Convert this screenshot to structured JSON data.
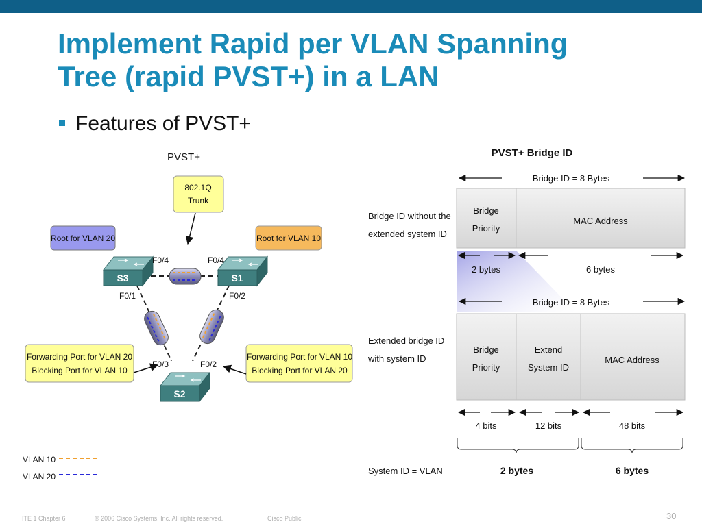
{
  "slide": {
    "title_line1": "Implement Rapid per VLAN Spanning",
    "title_line2": "Tree (rapid PVST+) in a LAN",
    "bullet": "Features of PVST+",
    "colors": {
      "topbar": "#0f5f88",
      "title": "#1a8bb8",
      "vlan10": "#f0a030",
      "vlan20": "#2a2ad8"
    }
  },
  "topology": {
    "heading": "PVST+",
    "trunk_callout": {
      "line1": "802.1Q",
      "line2": "Trunk"
    },
    "root_vlan20": "Root for VLAN 20",
    "root_vlan10": "Root for VLAN 10",
    "switches": {
      "s1": "S1",
      "s2": "S2",
      "s3": "S3"
    },
    "ports": {
      "s3_f04": "F0/4",
      "s1_f04": "F0/4",
      "s3_f01": "F0/1",
      "s1_f02": "F0/2",
      "s2_f03": "F0/3",
      "s2_f02": "F0/2"
    },
    "left_callout": {
      "line1": "Forwarding Port for VLAN 20",
      "line2": "Blocking Port for VLAN 10"
    },
    "right_callout": {
      "line1": "Forwarding Port for VLAN 10",
      "line2": "Blocking Port for VLAN 20"
    },
    "legend": {
      "vlan10": "VLAN 10",
      "vlan20": "VLAN 20"
    }
  },
  "bridge_id": {
    "heading": "PVST+ Bridge ID",
    "size_label_top": "Bridge ID = 8 Bytes",
    "without_ext": {
      "label_line1": "Bridge ID without the",
      "label_line2": "extended system ID",
      "field_priority_line1": "Bridge",
      "field_priority_line2": "Priority",
      "field_mac": "MAC Address",
      "size_priority": "2 bytes",
      "size_mac": "6 bytes"
    },
    "size_label_mid": "Bridge ID = 8 Bytes",
    "with_ext": {
      "label_line1": "Extended bridge ID",
      "label_line2": "with system ID",
      "field_priority_line1": "Bridge",
      "field_priority_line2": "Priority",
      "field_ext_line1": "Extend",
      "field_ext_line2": "System ID",
      "field_mac": "MAC Address",
      "bits_priority": "4 bits",
      "bits_ext": "12 bits",
      "bits_mac": "48 bits"
    },
    "system_id_label": "System ID = VLAN",
    "brace_left_label": "2 bytes",
    "brace_right_label": "6 bytes"
  },
  "footer": {
    "course": "ITE 1 Chapter 6",
    "copyright": "© 2006 Cisco Systems, Inc. All rights reserved.",
    "classification": "Cisco Public",
    "page": "30"
  }
}
